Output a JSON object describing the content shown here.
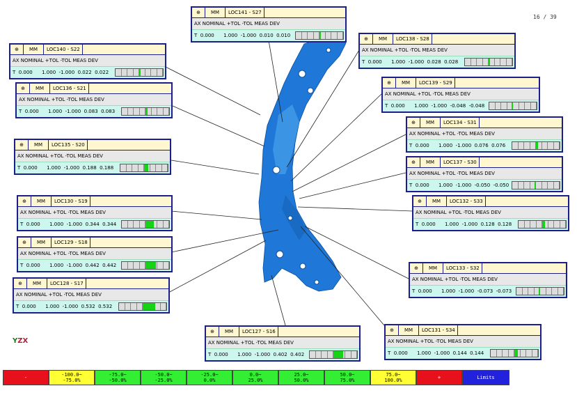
{
  "page_number": "16 / 39",
  "axis_label": {
    "y": "Y",
    "z": "Z",
    "x": "X"
  },
  "colors": {
    "box_border": "#1a1f8c",
    "header_bg": "#fff7d0",
    "data_bg": "#cdf6ee",
    "part": "#1f78d8",
    "gauge_fill": "#17d317"
  },
  "header_row": "AX NOMINAL +TOL -TOL   MEAS  DEV",
  "points": [
    {
      "id": "loc141",
      "unit": "MM",
      "name": "LOC141 - S27",
      "vals": "T  0.000      1.000  -1.000  0.010  0.010",
      "dev": 0.01
    },
    {
      "id": "loc140",
      "unit": "MM",
      "name": "LOC140 - S22",
      "vals": "T  0.000      1.000  -1.000  0.022  0.022",
      "dev": 0.022
    },
    {
      "id": "loc138",
      "unit": "MM",
      "name": "LOC138 - S28",
      "vals": "T  0.000      1.000  -1.000  0.028  0.028",
      "dev": 0.028
    },
    {
      "id": "loc136",
      "unit": "MM",
      "name": "LOC136 - S21",
      "vals": "T  0.000      1.000  -1.000  0.083  0.083",
      "dev": 0.083
    },
    {
      "id": "loc139",
      "unit": "MM",
      "name": "LOC139 - S29",
      "vals": "T  0.000      1.000  -1.000  -0.048  -0.048",
      "dev": -0.048
    },
    {
      "id": "loc134",
      "unit": "MM",
      "name": "LOC134 - S31",
      "vals": "T  0.000      1.000  -1.000  0.076  0.076",
      "dev": 0.076
    },
    {
      "id": "loc135",
      "unit": "MM",
      "name": "LOC135 - S20",
      "vals": "T  0.000      1.000  -1.000  0.188  0.188",
      "dev": 0.188
    },
    {
      "id": "loc137",
      "unit": "MM",
      "name": "LOC137 - S30",
      "vals": "T  0.000      1.000  -1.000  -0.050  -0.050",
      "dev": -0.05
    },
    {
      "id": "loc130",
      "unit": "MM",
      "name": "LOC130 - S19",
      "vals": "T  0.000      1.000  -1.000  0.344  0.344",
      "dev": 0.344
    },
    {
      "id": "loc132",
      "unit": "MM",
      "name": "LOC132 - S33",
      "vals": "T  0.000      1.000  -1.000  0.128  0.128",
      "dev": 0.128
    },
    {
      "id": "loc129",
      "unit": "MM",
      "name": "LOC129 - S18",
      "vals": "T  0.000      1.000  -1.000  0.442  0.442",
      "dev": 0.442
    },
    {
      "id": "loc133",
      "unit": "MM",
      "name": "LOC133 - S32",
      "vals": "T  0.000      1.000  -1.000  -0.073  -0.073",
      "dev": -0.073
    },
    {
      "id": "loc128",
      "unit": "MM",
      "name": "LOC128 - S17",
      "vals": "T  0.000      1.000  -1.000  0.532  0.532",
      "dev": 0.532
    },
    {
      "id": "loc127",
      "unit": "MM",
      "name": "LOC127 - S16",
      "vals": "T  0.000      1.000  -1.000  0.402  0.402",
      "dev": 0.402
    },
    {
      "id": "loc131",
      "unit": "MM",
      "name": "LOC131 - S34",
      "vals": "T  0.000      1.000  -1.000  0.144  0.144",
      "dev": 0.144
    }
  ],
  "legend": [
    {
      "label": "-",
      "color": "#e8101a",
      "text_color": "#fff"
    },
    {
      "label": "-100.0~\n-75.0%",
      "color": "#ffff33",
      "text_color": "#000"
    },
    {
      "label": "-75.0~\n-50.0%",
      "color": "#33ee33",
      "text_color": "#000"
    },
    {
      "label": "-50.0~\n-25.0%",
      "color": "#33ee33",
      "text_color": "#000"
    },
    {
      "label": "-25.0~\n0.0%",
      "color": "#33ee33",
      "text_color": "#000"
    },
    {
      "label": "0.0~\n25.0%",
      "color": "#33ee33",
      "text_color": "#000"
    },
    {
      "label": "25.0~\n50.0%",
      "color": "#33ee33",
      "text_color": "#000"
    },
    {
      "label": "50.0~\n75.0%",
      "color": "#33ee33",
      "text_color": "#000"
    },
    {
      "label": "75.0~\n100.0%",
      "color": "#ffff33",
      "text_color": "#000"
    },
    {
      "label": "+",
      "color": "#e8101a",
      "text_color": "#fff"
    },
    {
      "label": "Limits",
      "color": "#2222dd",
      "text_color": "#fff"
    }
  ]
}
